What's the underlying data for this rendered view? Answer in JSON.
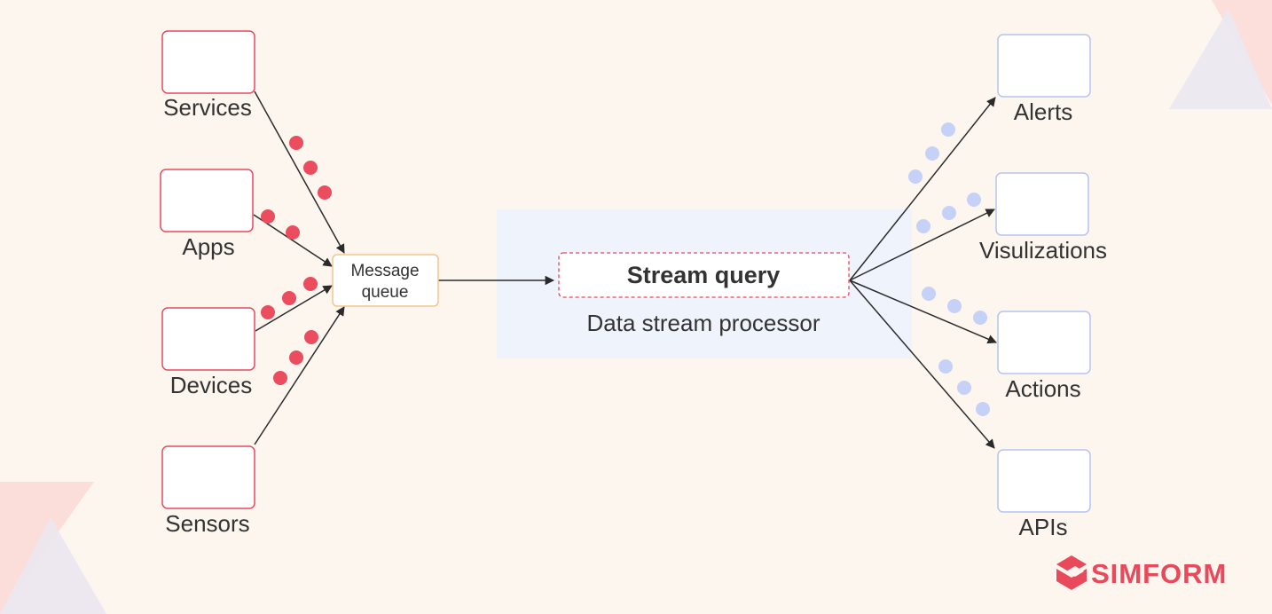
{
  "diagram": {
    "sources": [
      "Services",
      "Apps",
      "Devices",
      "Sensors"
    ],
    "message_queue": [
      "Message",
      "queue"
    ],
    "stream_query": "Stream query",
    "processor_label": "Data stream processor",
    "destinations": [
      "Alerts",
      "Visulizations",
      "Actions",
      "APIs"
    ]
  },
  "brand": {
    "logo_text": "SIMFORM"
  },
  "colors": {
    "background": "#fdf6ef",
    "source_border": "#e8495b",
    "source_dot": "#ec4d5e",
    "queue_border": "#f2c58c",
    "processor_bg": "#eef3fc",
    "dest_border": "#b7c3f0",
    "dest_dot": "#c6d1f8",
    "arrow": "#2b2b2b",
    "logo": "#e8495b"
  }
}
